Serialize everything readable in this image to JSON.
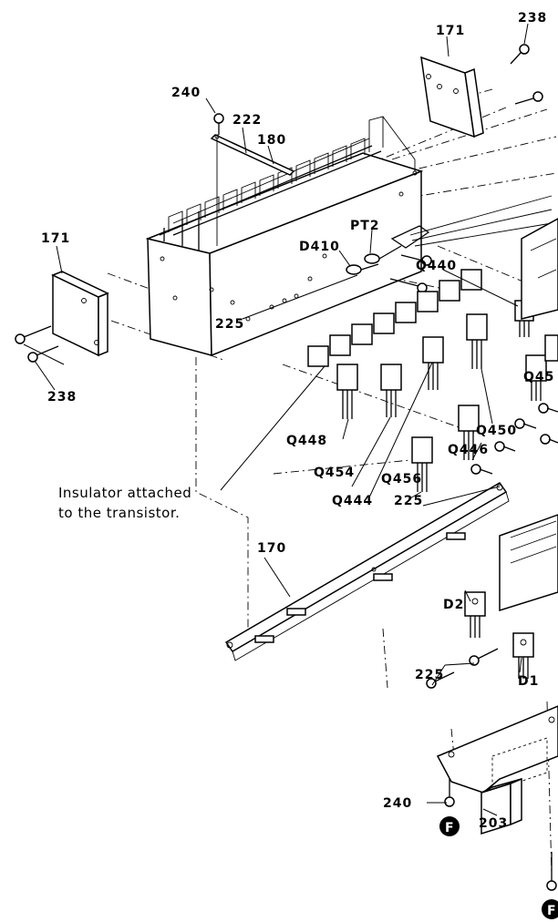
{
  "labels": {
    "p238_top": "238",
    "p171_top": "171",
    "p240_top": "240",
    "p222": "222",
    "p180": "180",
    "p171_left": "171",
    "pt2": "PT2",
    "d410": "D410",
    "q440": "Q440",
    "p225_a": "225",
    "p238_left": "238",
    "q45x": "Q45",
    "q448": "Q448",
    "q450": "Q450",
    "q446": "Q446",
    "q454": "Q454",
    "q456": "Q456",
    "q444": "Q444",
    "p225_b": "225",
    "p170": "170",
    "d2": "D2",
    "p225_c": "225",
    "d1": "D1",
    "p240_bottom": "240",
    "p203": "203",
    "f1": "F",
    "f2": "F"
  },
  "note": {
    "line1": "Insulator attached",
    "line2": "to the transistor."
  }
}
